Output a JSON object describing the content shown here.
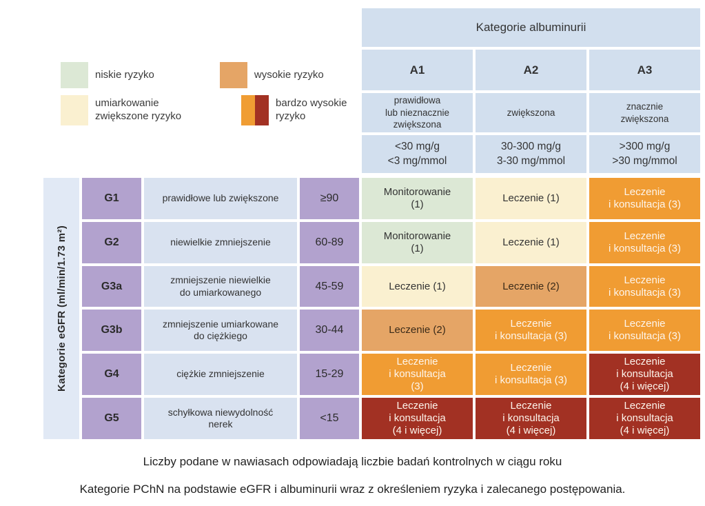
{
  "colors": {
    "low_risk_green": "#dce8d5",
    "moderate_risk_yellow": "#faf0d0",
    "high_risk_tan": "#e5a566",
    "very_high_risk_orange": "#f09c33",
    "very_high_risk_dark_red": "#a23123",
    "purple_cell": "#b2a2ce",
    "header_blue": "#d2dfee",
    "body_blue": "#d9e2f0",
    "strip_blue": "#e1e9f5"
  },
  "legend": {
    "items": [
      {
        "label": "niskie ryzyko",
        "swatch": "green",
        "color": "#dce8d5"
      },
      {
        "label": "umiarkowanie\nzwiększone ryzyko",
        "swatch": "yellow",
        "color": "#faf0d0"
      },
      {
        "label": "wysokie ryzyko",
        "swatch": "tan",
        "color": "#e5a566"
      },
      {
        "label": "bardzo wysokie\nryzyko",
        "swatch": "split",
        "colors": [
          "#f09d33",
          "#a23123"
        ]
      }
    ]
  },
  "albuminuria": {
    "title": "Kategorie albuminurii",
    "columns": [
      {
        "code": "A1",
        "description": "prawidłowa\nlub nieznacznie\nzwiększona",
        "values": "<30 mg/g\n<3 mg/mmol"
      },
      {
        "code": "A2",
        "description": "zwiększona",
        "values": "30-300 mg/g\n3-30 mg/mmol"
      },
      {
        "code": "A3",
        "description": "znacznie\nzwiększona",
        "values": ">300 mg/g\n>30 mg/mmol"
      }
    ]
  },
  "egfr_axis_label": "Kategorie eGFR (ml/min/1.73 m²)",
  "rows": [
    {
      "code": "G1",
      "description": "prawidłowe lub zwiększone",
      "range": "≥90",
      "cells": [
        {
          "text": "Monitorowanie\n(1)",
          "color": "green"
        },
        {
          "text": "Leczenie (1)",
          "color": "yellow"
        },
        {
          "text": "Leczenie\ni konsultacja (3)",
          "color": "orange"
        }
      ]
    },
    {
      "code": "G2",
      "description": "niewielkie zmniejszenie",
      "range": "60-89",
      "cells": [
        {
          "text": "Monitorowanie\n(1)",
          "color": "green"
        },
        {
          "text": "Leczenie (1)",
          "color": "yellow"
        },
        {
          "text": "Leczenie\ni konsultacja (3)",
          "color": "orange"
        }
      ]
    },
    {
      "code": "G3a",
      "description": "zmniejszenie niewielkie\ndo umiarkowanego",
      "range": "45-59",
      "cells": [
        {
          "text": "Leczenie (1)",
          "color": "yellow"
        },
        {
          "text": "Leczenie (2)",
          "color": "tan"
        },
        {
          "text": "Leczenie\ni konsultacja (3)",
          "color": "orange"
        }
      ]
    },
    {
      "code": "G3b",
      "description": "zmniejszenie umiarkowane\ndo ciężkiego",
      "range": "30-44",
      "cells": [
        {
          "text": "Leczenie (2)",
          "color": "tan"
        },
        {
          "text": "Leczenie\ni konsultacja (3)",
          "color": "orange"
        },
        {
          "text": "Leczenie\ni konsultacja (3)",
          "color": "orange"
        }
      ]
    },
    {
      "code": "G4",
      "description": "ciężkie zmniejszenie",
      "range": "15-29",
      "cells": [
        {
          "text": "Leczenie\ni konsultacja\n(3)",
          "color": "orange"
        },
        {
          "text": "Leczenie\ni konsultacja (3)",
          "color": "orange"
        },
        {
          "text": "Leczenie\ni konsultacja\n(4 i więcej)",
          "color": "red"
        }
      ]
    },
    {
      "code": "G5",
      "description": "schyłkowa niewydolność\nnerek",
      "range": "<15",
      "cells": [
        {
          "text": "Leczenie\ni konsultacja\n(4 i więcej)",
          "color": "red"
        },
        {
          "text": "Leczenie\ni konsultacja\n(4 i więcej)",
          "color": "red"
        },
        {
          "text": "Leczenie\ni konsultacja\n(4 i więcej)",
          "color": "red"
        }
      ]
    }
  ],
  "captions": {
    "note": "Liczby podane w nawiasach odpowiadają liczbie badań kontrolnych w ciągu roku",
    "title": "Kategorie PChN na podstawie eGFR i albuminurii wraz z określeniem ryzyka i zalecanego postępowania."
  },
  "chart_data": {
    "type": "table",
    "title": "Kategorie PChN na podstawie eGFR i albuminurii wraz z określeniem ryzyka i zalecanego postępowania.",
    "columns": [
      "A1 (<30 mg/g, <3 mg/mmol)",
      "A2 (30-300 mg/g, 3-30 mg/mmol)",
      "A3 (>300 mg/g, >30 mg/mmol)"
    ],
    "row_headers": [
      "G1 (≥90)",
      "G2 (60-89)",
      "G3a (45-59)",
      "G3b (30-44)",
      "G4 (15-29)",
      "G5 (<15)"
    ],
    "cells": [
      [
        "Monitorowanie (1)",
        "Leczenie (1)",
        "Leczenie i konsultacja (3)"
      ],
      [
        "Monitorowanie (1)",
        "Leczenie (1)",
        "Leczenie i konsultacja (3)"
      ],
      [
        "Leczenie (1)",
        "Leczenie (2)",
        "Leczenie i konsultacja (3)"
      ],
      [
        "Leczenie (2)",
        "Leczenie i konsultacja (3)",
        "Leczenie i konsultacja (3)"
      ],
      [
        "Leczenie i konsultacja (3)",
        "Leczenie i konsultacja (3)",
        "Leczenie i konsultacja (4 i więcej)"
      ],
      [
        "Leczenie i konsultacja (4 i więcej)",
        "Leczenie i konsultacja (4 i więcej)",
        "Leczenie i konsultacja (4 i więcej)"
      ]
    ],
    "risk_levels": [
      [
        "niskie",
        "umiarkowanie zwiększone",
        "bardzo wysokie"
      ],
      [
        "niskie",
        "umiarkowanie zwiększone",
        "bardzo wysokie"
      ],
      [
        "umiarkowanie zwiększone",
        "wysokie",
        "bardzo wysokie"
      ],
      [
        "wysokie",
        "bardzo wysokie",
        "bardzo wysokie"
      ],
      [
        "bardzo wysokie",
        "bardzo wysokie",
        "bardzo wysokie"
      ],
      [
        "bardzo wysokie",
        "bardzo wysokie",
        "bardzo wysokie"
      ]
    ]
  }
}
